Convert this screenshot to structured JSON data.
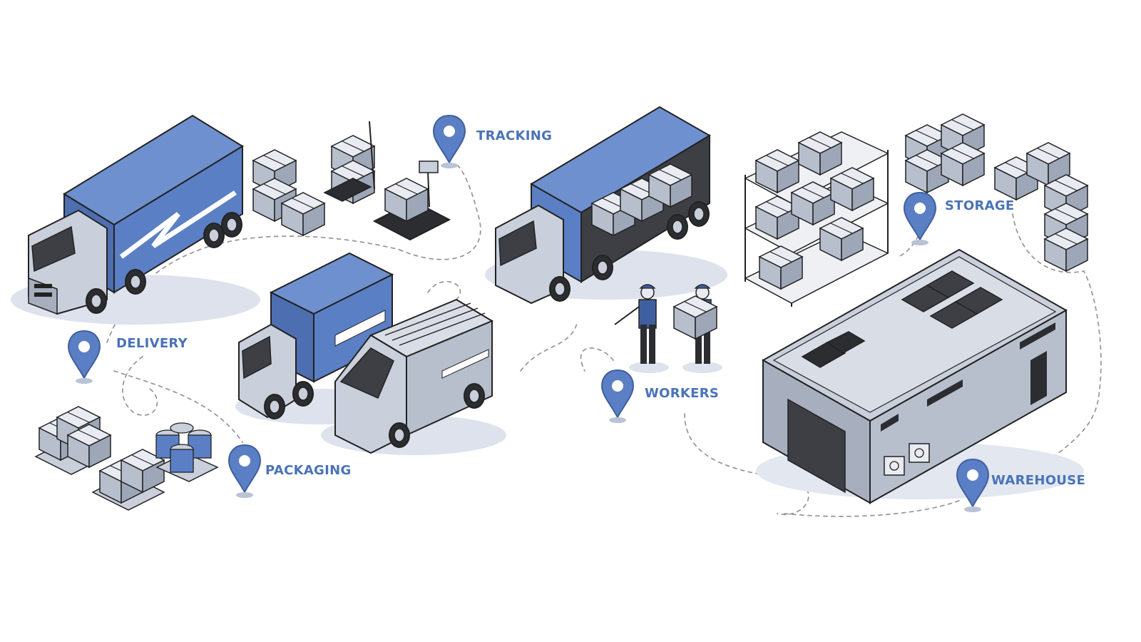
{
  "labels": {
    "tracking": "TRACKING",
    "delivery": "DELIVERY",
    "packaging": "PACKAGING",
    "workers": "WORKERS",
    "storage": "STORAGE",
    "warehouse": "WAREHOUSE"
  },
  "colors": {
    "accent_blue": "#5b7fc4",
    "dark_blue": "#3f5f9e",
    "label_blue": "#4a73b8",
    "light_gray": "#c9cfdb",
    "mid_gray": "#a7afbf",
    "dark_gray": "#3d3f45",
    "outline": "#222222"
  },
  "icons": [
    "map-pin-icon"
  ]
}
